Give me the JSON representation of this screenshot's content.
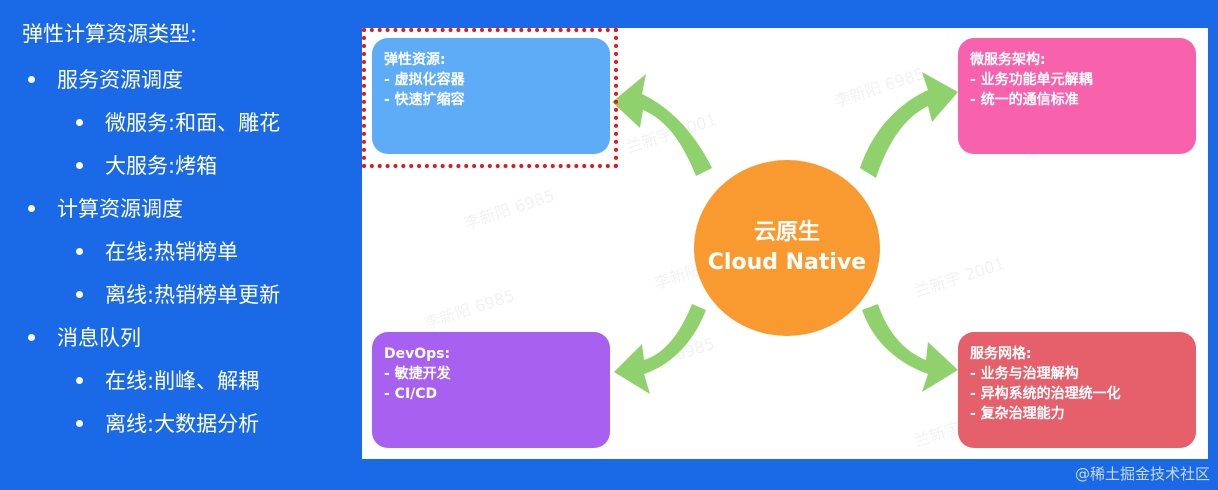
{
  "left": {
    "title": "弹性计算资源类型:",
    "items": [
      {
        "level": 1,
        "text": "服务资源调度"
      },
      {
        "level": 2,
        "text": "微服务:和面、雕花"
      },
      {
        "level": 2,
        "text": "大服务:烤箱"
      },
      {
        "level": 1,
        "text": "计算资源调度"
      },
      {
        "level": 2,
        "text": "在线:热销榜单"
      },
      {
        "level": 2,
        "text": "离线:热销榜单更新"
      },
      {
        "level": 1,
        "text": "消息队列"
      },
      {
        "level": 2,
        "text": "在线:削峰、解耦"
      },
      {
        "level": 2,
        "text": "离线:大数据分析"
      }
    ]
  },
  "diagram": {
    "center": {
      "cn": "云原生",
      "en": "Cloud Native"
    },
    "nodes": {
      "elastic": {
        "title": "弹性资源:",
        "items": [
          "- 虚拟化容器",
          "- 快速扩缩容"
        ]
      },
      "micro": {
        "title": "微服务架构:",
        "items": [
          "- 业务功能单元解耦",
          "- 统一的通信标准"
        ]
      },
      "devops": {
        "title": "DevOps:",
        "items": [
          "- 敏捷开发",
          "- CI/CD"
        ]
      },
      "mesh": {
        "title": "服务网格:",
        "items": [
          "- 业务与治理解构",
          "- 异构系统的治理统一化",
          "- 复杂治理能力"
        ]
      }
    },
    "watermarks": [
      "李新阳 6985",
      "兰新宇 2001",
      "兰新宇 2001",
      "李新阳 6985",
      "李新阳 6985",
      "兰新宇 2001",
      "李新阳 6985",
      "兰新宇 2001",
      "李新阳 6985"
    ]
  },
  "footer": {
    "text": "@稀土掘金技术社区"
  },
  "colors": {
    "background": "#1a6ae8",
    "elastic": "#5eacf8",
    "micro": "#f862ac",
    "devops": "#a760f0",
    "mesh": "#e5606a",
    "center": "#f99a31",
    "arrow": "#8fd16c",
    "highlight": "#e8141c"
  }
}
